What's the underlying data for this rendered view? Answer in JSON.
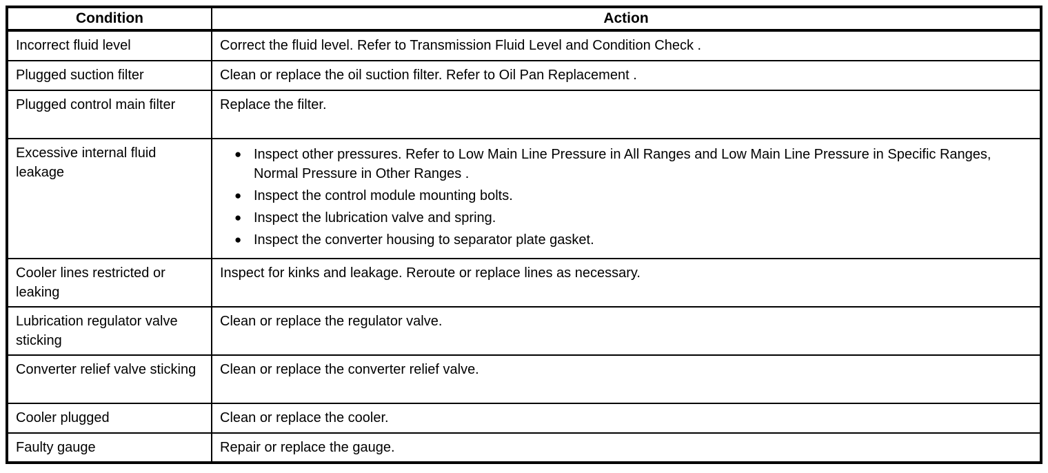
{
  "colors": {
    "background": "#ffffff",
    "border": "#000000",
    "text": "#000000"
  },
  "table": {
    "bullet_glyph": "●",
    "headers": {
      "condition": "Condition",
      "action": "Action"
    },
    "rows": [
      {
        "condition": "Incorrect fluid level",
        "action": "Correct the fluid level. Refer to Transmission Fluid Level and Condition Check ."
      },
      {
        "condition": "Plugged suction filter",
        "action": "Clean or replace the oil suction filter. Refer to Oil Pan Replacement ."
      },
      {
        "condition": "Plugged control main filter",
        "action": "Replace the filter."
      },
      {
        "condition": "Excessive internal fluid leakage",
        "bullets": [
          "Inspect other pressures. Refer to Low Main Line Pressure in All Ranges and Low Main Line Pressure in Specific Ranges, Normal Pressure in Other Ranges .",
          "Inspect the control module mounting bolts.",
          "Inspect the lubrication valve and spring.",
          "Inspect the converter housing to separator plate gasket."
        ]
      },
      {
        "condition": "Cooler lines restricted or leaking",
        "action": "Inspect for kinks and leakage. Reroute or replace lines as necessary."
      },
      {
        "condition": "Lubrication regulator valve sticking",
        "action": "Clean or replace the regulator valve."
      },
      {
        "condition": "Converter relief valve sticking",
        "action": "Clean or replace the converter relief valve."
      },
      {
        "condition": "Cooler plugged",
        "action": "Clean or replace the cooler."
      },
      {
        "condition": "Faulty gauge",
        "action": "Repair or replace the gauge."
      }
    ]
  }
}
